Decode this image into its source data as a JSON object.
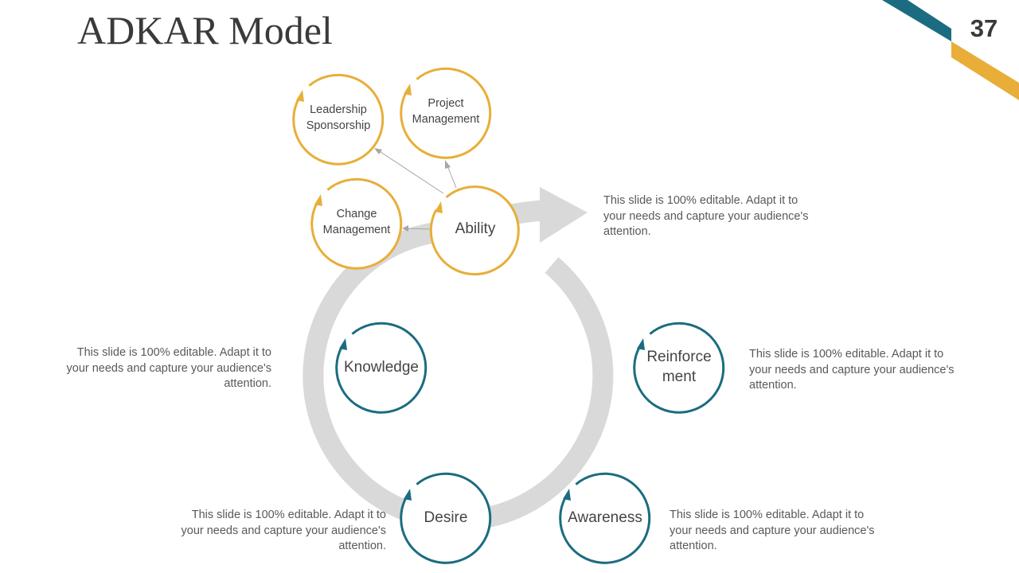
{
  "slide": {
    "title": "ADKAR Model",
    "page_number": "37"
  },
  "colors": {
    "gold": "#E8AE38",
    "teal": "#1B6C80",
    "gray_ring": "#D9D9D9",
    "connector": "#A6A6A6"
  },
  "stages": [
    {
      "id": "ability",
      "label": "Ability",
      "color": "gold"
    },
    {
      "id": "reinforcement",
      "label": "Reinforce\nment",
      "color": "teal"
    },
    {
      "id": "awareness",
      "label": "Awareness",
      "color": "teal"
    },
    {
      "id": "desire",
      "label": "Desire",
      "color": "teal"
    },
    {
      "id": "knowledge",
      "label": "Knowledge",
      "color": "teal"
    }
  ],
  "sub_nodes": [
    {
      "id": "leadership",
      "label": "Leadership\nSponsorship"
    },
    {
      "id": "project",
      "label": "Project\nManagement"
    },
    {
      "id": "change",
      "label": "Change\nManagement"
    }
  ],
  "descriptions": [
    "This slide is 100% editable. Adapt it to your needs and capture your audience's attention.",
    "This slide is 100% editable. Adapt it to your needs and capture your audience's attention.",
    "This slide is 100% editable. Adapt it to your needs and capture your audience's attention.",
    "This slide is 100% editable. Adapt it to your needs and capture your audience's attention.",
    "This slide is 100% editable. Adapt it to your needs and capture your audience's attention."
  ]
}
